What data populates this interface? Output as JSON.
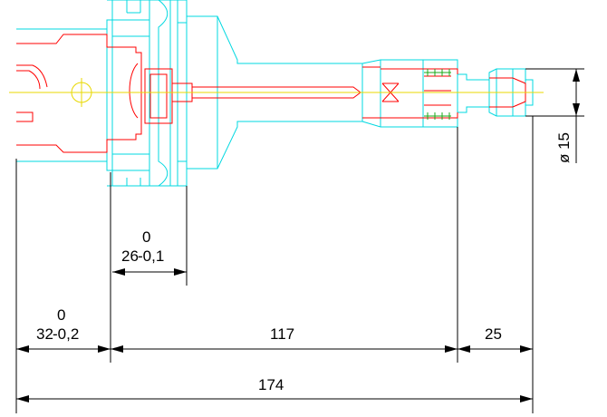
{
  "colors": {
    "outline": "#00d8e0",
    "section": "#ff0000",
    "centerline": "#e8d800",
    "dimension": "#000000",
    "detail": "#18a818",
    "background": "#ffffff"
  },
  "dimensions": {
    "flange": {
      "nominal": "26",
      "tolerance_upper": "0",
      "tolerance_lower": "-0,1"
    },
    "taper": {
      "nominal": "32",
      "tolerance_upper": "0",
      "tolerance_lower": "-0,2"
    },
    "body_length": "117",
    "tool_length": "25",
    "overall_length": "174",
    "tool_diameter": "ø 15"
  }
}
